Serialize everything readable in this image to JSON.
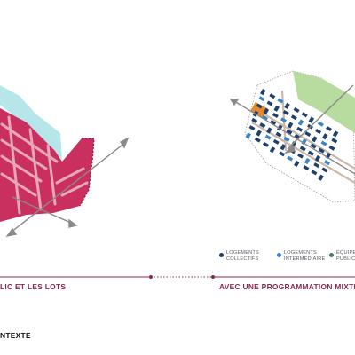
{
  "captions": {
    "left": "LIC ET LES LOTS",
    "right": "AVEC UNE PROGRAMMATION MIXTE,"
  },
  "section_label": "NTEXTE",
  "legend": [
    {
      "label": "LOGEMENTS\nCOLLECTIFS",
      "color": "#1f3f6e"
    },
    {
      "label": "LOGEMENTS\nINTERMÉDIAIRE",
      "color": "#3a84c8"
    },
    {
      "label": "ÉQUIPEMENT\nPUBLIC",
      "color": "#4b7a62"
    }
  ],
  "colors": {
    "lots": "#c9305f",
    "lots_dark": "#8e1b3d",
    "water": "#b6e6ea",
    "green_space": "#b8dca0",
    "collective": "#1f3f6e",
    "intermediate": "#3a84c8",
    "public_facility": "#e58a2a",
    "road": "#cdb8a8",
    "arrow": "#8a8a8a",
    "divider": "#8a2a47"
  }
}
